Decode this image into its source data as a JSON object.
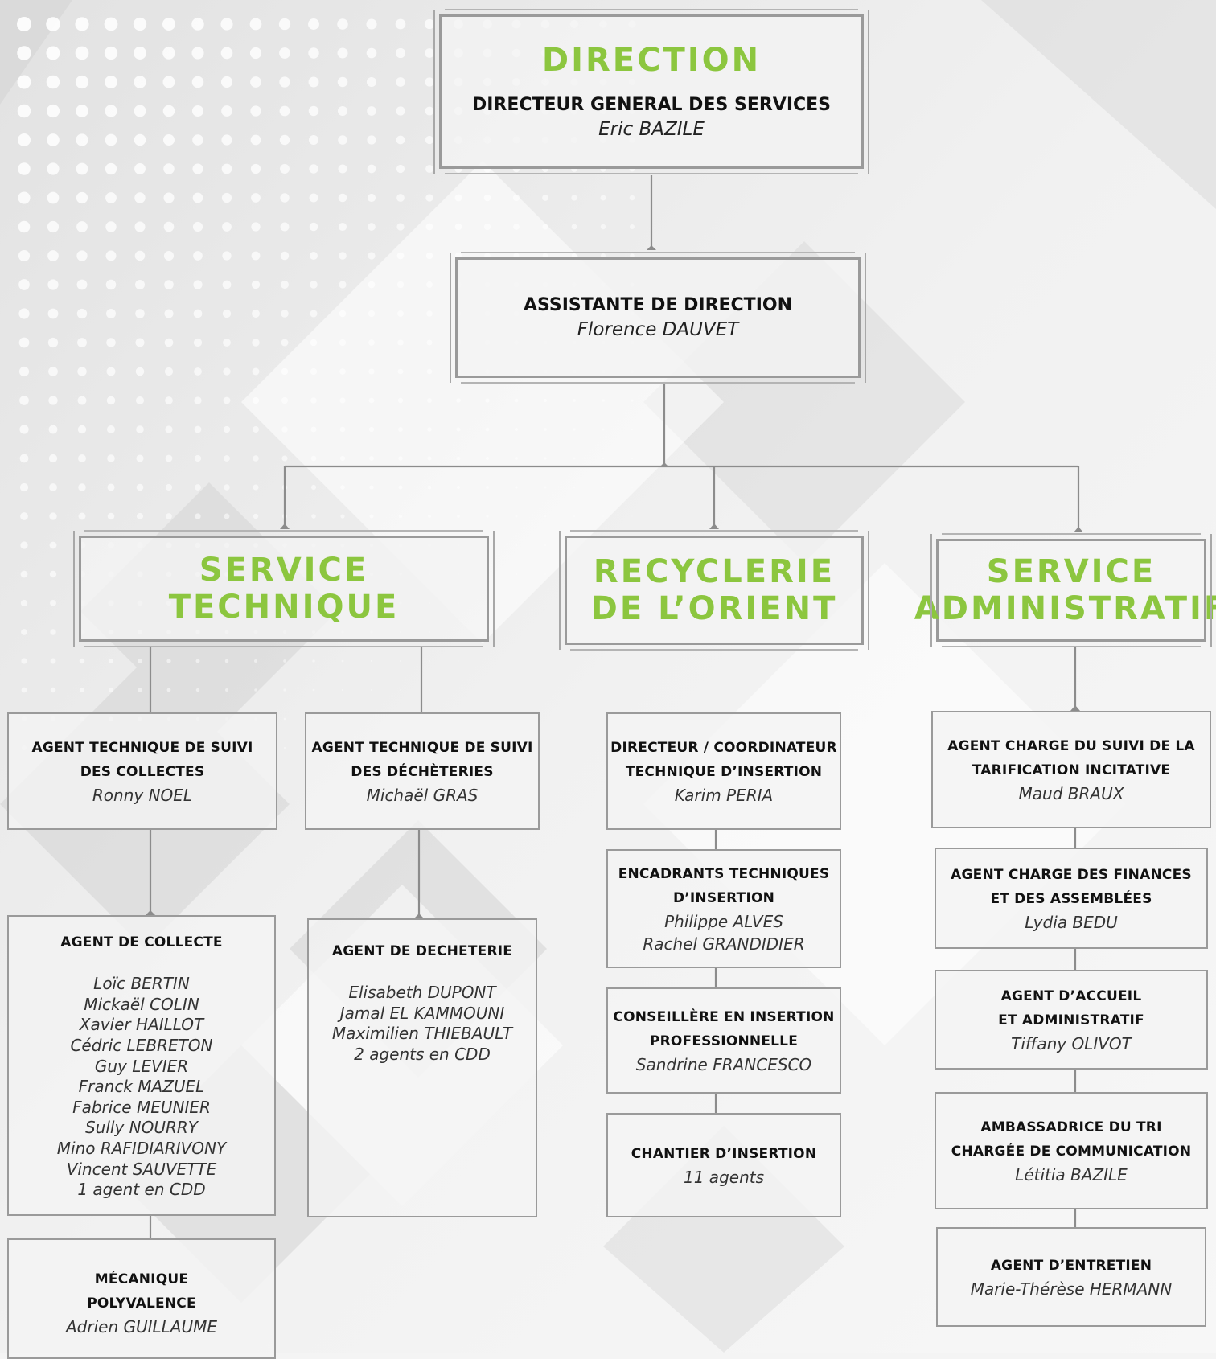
{
  "direction": {
    "heading": "DIRECTION",
    "title": "DIRECTEUR GENERAL DES SERVICES",
    "name": "Eric BAZILE"
  },
  "assistante": {
    "title": "ASSISTANTE DE DIRECTION",
    "name": "Florence DAUVET"
  },
  "service_technique": {
    "heading_line1": "SERVICE",
    "heading_line2": "TECHNIQUE",
    "suivi_collectes": {
      "title_line1": "AGENT TECHNIQUE DE SUIVI",
      "title_line2": "DES COLLECTES",
      "name": "Ronny NOEL"
    },
    "suivi_decheteries": {
      "title_line1": "AGENT TECHNIQUE DE SUIVI",
      "title_line2": "DES DÉCHÈTERIES",
      "name": "Michaël GRAS"
    },
    "agent_collecte": {
      "title": "AGENT DE COLLECTE",
      "names": [
        "Loïc BERTIN",
        "Mickaël COLIN",
        "Xavier HAILLOT",
        "Cédric LEBRETON",
        "Guy LEVIER",
        "Franck MAZUEL",
        "Fabrice MEUNIER",
        "Sully NOURRY",
        "Mino RAFIDIARIVONY",
        "Vincent SAUVETTE",
        "1 agent en CDD"
      ]
    },
    "agent_decheterie": {
      "title": "AGENT DE DECHETERIE",
      "names": [
        "Elisabeth DUPONT",
        "Jamal EL KAMMOUNI",
        "Maximilien THIEBAULT",
        "2 agents en CDD"
      ]
    },
    "mecanique": {
      "title_line1": "MÉCANIQUE",
      "title_line2": "POLYVALENCE",
      "name": "Adrien GUILLAUME"
    }
  },
  "recyclerie": {
    "heading_line1": "RECYCLERIE",
    "heading_line2": "DE L’ORIENT",
    "directeur": {
      "title_line1": "DIRECTEUR / COORDINATEUR",
      "title_line2": "TECHNIQUE D’INSERTION",
      "name": "Karim PERIA"
    },
    "encadrants": {
      "title_line1": "ENCADRANTS TECHNIQUES",
      "title_line2": "D’INSERTION",
      "names": [
        "Philippe ALVES",
        "Rachel GRANDIDIER"
      ]
    },
    "conseillere": {
      "title_line1": "CONSEILLÈRE EN INSERTION",
      "title_line2": "PROFESSIONNELLE",
      "name": "Sandrine FRANCESCO"
    },
    "chantier": {
      "title": "CHANTIER D’INSERTION",
      "name": "11 agents"
    }
  },
  "service_administratif": {
    "heading_line1": "SERVICE",
    "heading_line2": "ADMINISTRATIF",
    "tarification": {
      "title_line1": "AGENT CHARGE DU SUIVI DE LA",
      "title_line2": "TARIFICATION INCITATIVE",
      "name": "Maud BRAUX"
    },
    "finances": {
      "title_line1": "AGENT CHARGE DES FINANCES",
      "title_line2": "ET DES ASSEMBLÉES",
      "name": "Lydia BEDU"
    },
    "accueil": {
      "title_line1": "AGENT D’ACCUEIL",
      "title_line2": "ET ADMINISTRATIF",
      "name": "Tiffany OLIVOT"
    },
    "ambassadrice": {
      "title_line1": "AMBASSADRICE DU TRI",
      "title_line2": "CHARGÉE DE COMMUNICATION",
      "name": "Létitia BAZILE"
    },
    "entretien": {
      "title": "AGENT D’ENTRETIEN",
      "name": "Marie-Thérèse HERMANN"
    }
  },
  "colors": {
    "accent_green": "#8cc63f",
    "border_gray": "#9a9a9a",
    "line_gray": "#8c8c8c"
  }
}
